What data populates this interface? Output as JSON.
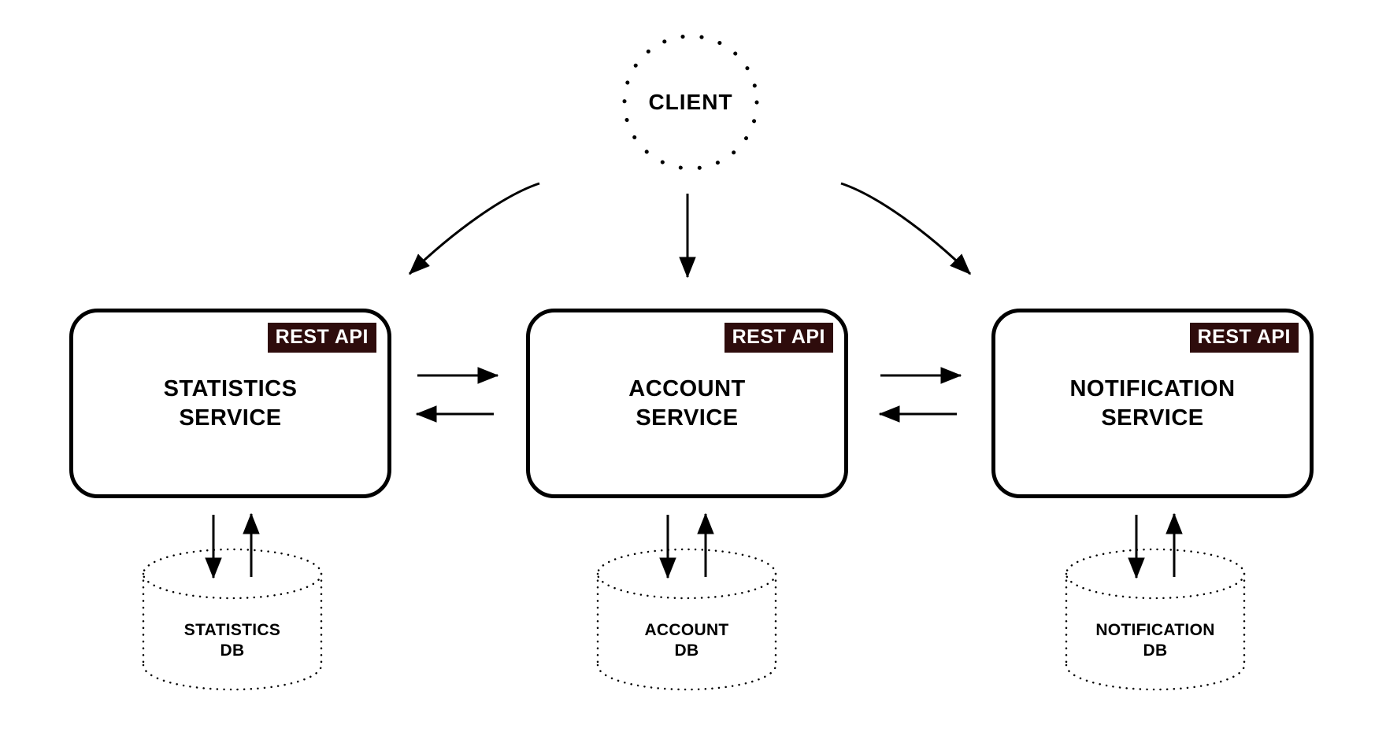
{
  "colors": {
    "background": "#ffffff",
    "ink": "#000000",
    "badge_bg": "#2e0c0c",
    "badge_text": "#ffffff"
  },
  "client": {
    "label": "CLIENT"
  },
  "services": [
    {
      "badge_label": "REST API",
      "title": "STATISTICS\nSERVICE",
      "db_label": "STATISTICS\nDB"
    },
    {
      "badge_label": "REST API",
      "title": "ACCOUNT\nSERVICE",
      "db_label": "ACCOUNT\nDB"
    },
    {
      "badge_label": "REST API",
      "title": "NOTIFICATION\nSERVICE",
      "db_label": "NOTIFICATION\nDB"
    }
  ]
}
